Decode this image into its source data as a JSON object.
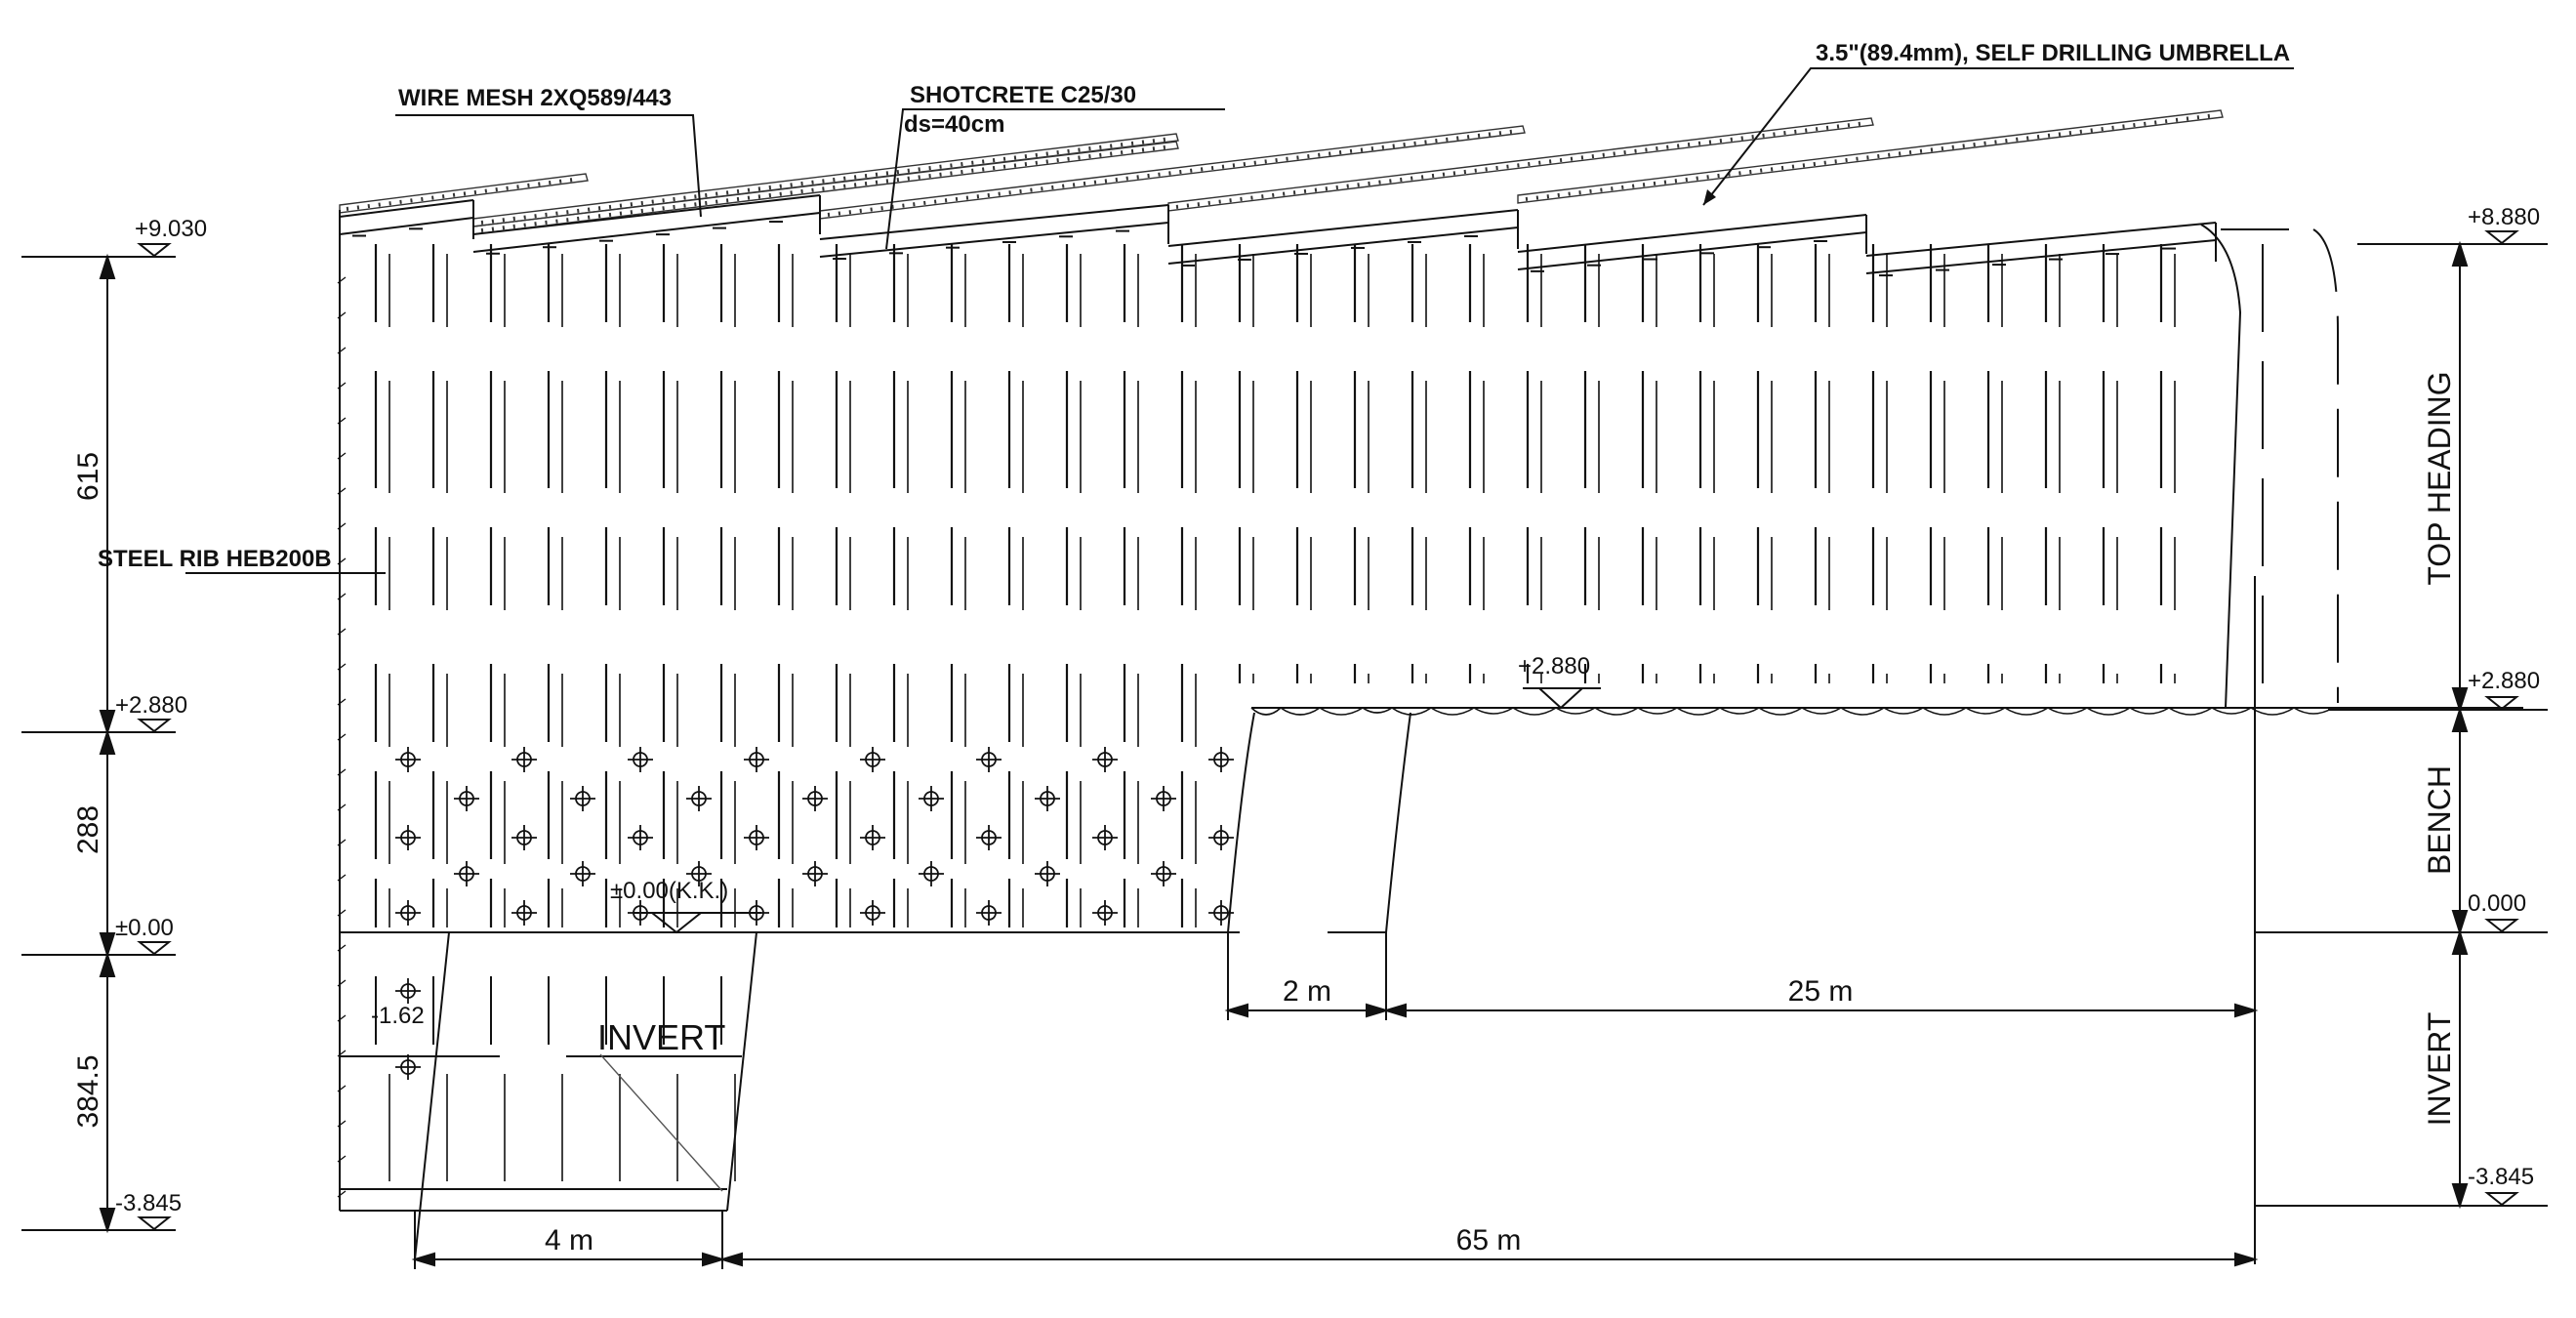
{
  "labels": {
    "wire_mesh": "WIRE MESH 2XQ589/443",
    "shotcrete": "SHOTCRETE C25/30",
    "shotcrete_ds": "ds=40cm",
    "umbrella": "3.5\"(89.4mm), SELF DRILLING UMBRELLA",
    "steel_rib": "STEEL RIB HEB200B",
    "invert": "INVERT"
  },
  "elevations_left": {
    "top": "+9.030",
    "bench_top": "+2.880",
    "zero": "±0.00",
    "bottom": "-3.845"
  },
  "elevations_right": {
    "top": "+8.880",
    "bench_top": "+2.880",
    "zero": "0.000",
    "bottom": "-3.845"
  },
  "elevation_mid": "+2.880",
  "elevation_zero_kk": "±0.00(K.K.)",
  "elevation_invert_mid": "-1.62",
  "vertical_dims": {
    "top_heading": "615",
    "bench": "288",
    "invert": "384.5"
  },
  "zones": {
    "top_heading": "TOP HEADING",
    "bench": "BENCH",
    "invert": "INVERT"
  },
  "horizontal_dims": {
    "d1": "4 m",
    "d2": "65 m",
    "d3": "2 m",
    "d4": "25 m"
  }
}
